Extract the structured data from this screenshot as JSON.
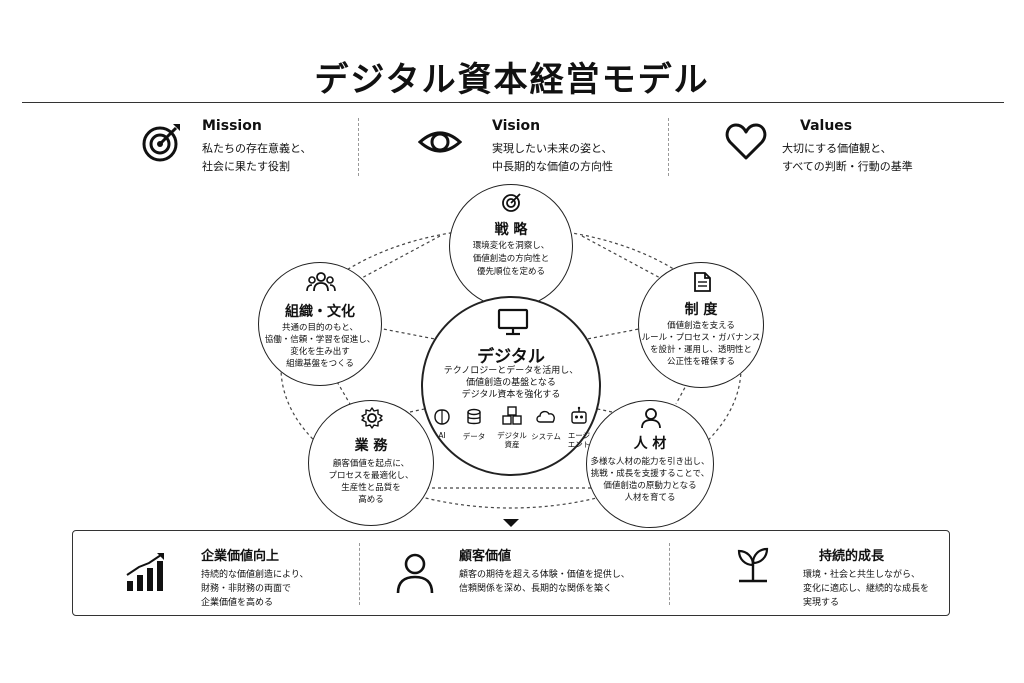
{
  "title": "デジタル資本経営モデル",
  "mvv": [
    {
      "icon": "target-icon",
      "head": "Mission",
      "lines": [
        "私たちの存在意義と、",
        "社会に果たす役割"
      ]
    },
    {
      "icon": "eye-icon",
      "head": "Vision",
      "lines": [
        "実現したい未来の姿と、",
        "中長期的な価値の方向性"
      ]
    },
    {
      "icon": "heart-icon",
      "head": "Values",
      "lines": [
        "大切にする価値観と、",
        "すべての判断・行動の基準"
      ]
    }
  ],
  "center": {
    "icon": "monitor-icon",
    "title": "デジタル",
    "lines": [
      "テクノロジーとデータを活用し、",
      "価値創造の基盤となる",
      "デジタル資本を強化する"
    ],
    "items": [
      {
        "icon": "brain-icon",
        "label": "AI"
      },
      {
        "icon": "database-icon",
        "label": "データ"
      },
      {
        "icon": "cubes-icon",
        "label": "デジタル\n資産"
      },
      {
        "icon": "cloud-icon",
        "label": "システム"
      },
      {
        "icon": "robot-icon",
        "label": "エージ\nエント"
      }
    ]
  },
  "nodes": {
    "strategy": {
      "icon": "target-icon",
      "title": "戦 略",
      "lines": [
        "環境変化を洞察し、",
        "価値創造の方向性と",
        "優先順位を定める"
      ]
    },
    "system": {
      "icon": "document-icon",
      "title": "制 度",
      "lines": [
        "価値創造を支える",
        "ルール・プロセス・ガバナンス",
        "を設計・運用し、透明性と",
        "公正性を確保する"
      ]
    },
    "people": {
      "icon": "person-icon",
      "title": "人 材",
      "lines": [
        "多様な人材の能力を引き出し、",
        "挑戦・成長を支援することで、",
        "価値創造の原動力となる",
        "人材を育てる"
      ]
    },
    "operations": {
      "icon": "gear-icon",
      "title": "業 務",
      "lines": [
        "顧客価値を起点に、",
        "プロセスを最適化し、",
        "生産性と品質を",
        "高める"
      ]
    },
    "culture": {
      "icon": "group-icon",
      "title": "組織・文化",
      "lines": [
        "共通の目的のもと、",
        "協働・信頼・学習を促進し、",
        "変化を生み出す",
        "組織基盤をつくる"
      ]
    }
  },
  "outcomes": [
    {
      "icon": "bar-chart-icon",
      "head": "企業価値向上",
      "lines": [
        "持続的な価値創造により、",
        "財務・非財務の両面で",
        "企業価値を高める"
      ]
    },
    {
      "icon": "user-icon",
      "head": "顧客価値",
      "lines": [
        "顧客の期待を超える体験・価値を提供し、",
        "信頼関係を深め、長期的な関係を築く"
      ]
    },
    {
      "icon": "sprout-icon",
      "head": "持続的成長",
      "lines": [
        "環境・社会と共生しながら、",
        "変化に適応し、継続的な成長を",
        "実現する"
      ]
    }
  ]
}
